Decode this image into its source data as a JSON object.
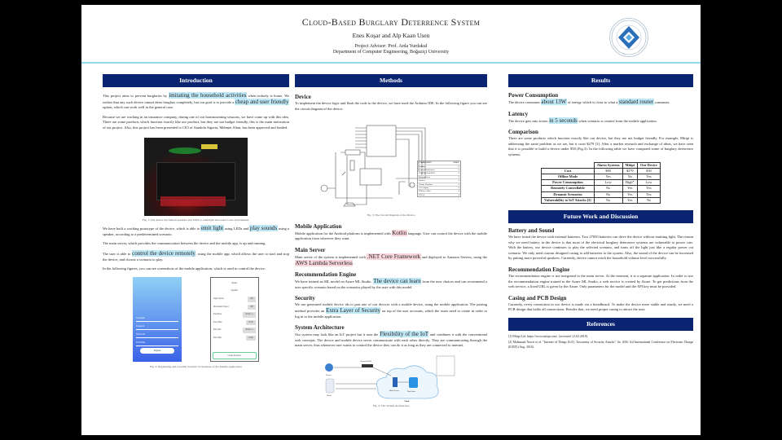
{
  "header": {
    "title": "Cloud-Based Burglary Deterrence System",
    "authors": "Enes Koşar and Alp Kaan Usen",
    "advisor": "Project Advisor: Prof. Arda Yurdakul",
    "department": "Department of Computer Engineering, Boğaziçi University",
    "logo_text": "BOĞAZİÇİ ÜNİVERSİTESİ 1863"
  },
  "colors": {
    "header_bg": "#0a2472",
    "highlight_blue": "#bfe8f7",
    "highlight_pink": "#f9d6dc",
    "rule": "#8fd8ee"
  },
  "intro": {
    "heading": "Introduction",
    "p1": [
      {
        "t": "This project aims to prevent burglaries by "
      },
      {
        "t": "imitating the household activities",
        "hl": "blue"
      },
      {
        "t": " when nobody is home. We realize that any such device cannot deter burglars completely, but our goal is to provide a "
      },
      {
        "t": "cheap and user friendly",
        "hl": "blue"
      },
      {
        "t": " option, which can work well in the general case."
      }
    ],
    "p2": [
      {
        "t": "Because we are working in an insurance company, during one of our brainstorming sessions, we have come up with this idea. There are some products which function exactly like our product, but they are not budget friendly, this is the main motivation of out project. Also, this project has been presented to CIO of Anadolu Sigorta, Mehmet Altan, has been approved and funded."
      }
    ],
    "fig1_caption": "Fig. 1: The device has built-in speakers and LEDs to emit light and sound to the environment.",
    "p3": [
      {
        "t": "We have built a working prototype of the device, which is able to "
      },
      {
        "t": "emit light",
        "hl": "blue"
      },
      {
        "t": " using LEDs and "
      },
      {
        "t": "play sounds",
        "hl": "blue"
      },
      {
        "t": " using a speaker, according to a predetermined scenario."
      }
    ],
    "p4": [
      {
        "t": "The main server, which provides the communication between the device and the mobile app, is up and running."
      }
    ],
    "p5": [
      {
        "t": "The user is able to "
      },
      {
        "t": "control the device remotely",
        "hl": "blue"
      },
      {
        "t": ", using the mobile app, which allows the user to start and stop the device, and choose a scenario to play."
      }
    ],
    "p6": [
      {
        "t": "In the following figures, you can see screenshots of the mobile application, which is used to control the device."
      }
    ],
    "app_register_fields": [
      "Username",
      "Password",
      "Device ID",
      "Full Name"
    ],
    "app_register_button": "Register",
    "app_scenario_selects": [
      "Modes",
      "Speaker"
    ],
    "app_scenario_fields": [
      {
        "label": "Light Sensor",
        "value": "Off"
      },
      {
        "label": "Movement Sensor",
        "value": "Off"
      },
      {
        "label": "Start Date",
        "value": "2019-1-1"
      },
      {
        "label": "Start Time",
        "value": "12:00"
      },
      {
        "label": "End Date",
        "value": "2019-1-1"
      },
      {
        "label": "End Time",
        "value": "13:00"
      }
    ],
    "app_scenario_button": "Create Scenario",
    "fig2_caption": "Fig. 2: Registering and Creating Scenario Screenshots of the Mobile Application"
  },
  "methods": {
    "heading": "Methods",
    "device_title": "Device",
    "device_p": [
      {
        "t": "To implement the device logic and flash the code to the device, we have used the Arduino IDE. In the following figure you can see the circuit diagram of the device."
      }
    ],
    "bom_header": [
      "COMPONENT",
      "PRICE"
    ],
    "bom_rows": [
      [
        "Arduino",
        "$"
      ],
      [
        "Current Transformer",
        "$"
      ],
      [
        "ESP8266 NodeMCU",
        "$"
      ],
      [
        "Motion Sensor",
        "$"
      ],
      [
        "Speaker",
        "$"
      ],
      [
        "Voltage Regulator",
        "$"
      ],
      [
        "12V Adapter",
        "$"
      ],
      [
        "DFPlayer Mini",
        "$"
      ],
      [
        "TOTAL",
        "$"
      ]
    ],
    "fig3_caption": "Fig. 3: The Circuit Diagram of the Device",
    "mobile_title": "Mobile Application",
    "mobile_p": [
      {
        "t": "Mobile application for the Android platform is implemented with "
      },
      {
        "t": "Kotlin",
        "hl": "pink"
      },
      {
        "t": " language. User can control the device with the mobile application from wherever they want."
      }
    ],
    "server_title": "Main Server",
    "server_p": [
      {
        "t": "Main server of the system is implemented with "
      },
      {
        "t": ".NET Core Framework",
        "hl": "pink"
      },
      {
        "t": " and deployed to Amazon Servers, using the "
      },
      {
        "t": "AWS Lambda Serverless",
        "hl": "pink"
      },
      {
        "t": "."
      }
    ],
    "rec_title": "Recommendation Engine",
    "rec_p": [
      {
        "t": "We have trained an ML model on Azure ML Studio. "
      },
      {
        "t": "The device can learn",
        "hl": "blue"
      },
      {
        "t": " from the user choices and can recommend a user specific scenario based on the scenarios played by the user with this model."
      }
    ],
    "sec_title": "Security",
    "sec_p": [
      {
        "t": "We use generated mobile device ids to pair one of our devices with a mobile device, using the mobile application. The pairing method provides an "
      },
      {
        "t": "Extra Layer of Security",
        "hl": "blue"
      },
      {
        "t": " on top of the user accounts, which the users need to create in order to log in to the mobile application."
      }
    ],
    "arch_title": "System Architecture",
    "arch_p": [
      {
        "t": "Our system may look like an IoT project but it uses the "
      },
      {
        "t": "Flexibility of the IoT",
        "hl": "blue"
      },
      {
        "t": " and combines it with the conventional web concepts. The device and mobile device never communicate with each other directly. They are communicating through the main server, thus whenever user wants to control the device they can do it as long as they are connected to internet."
      }
    ],
    "arch_labels": {
      "device": "Device",
      "phone": "Phone",
      "gateway": "Gateway/WiFi",
      "server": "Main Server",
      "db": "Data Store",
      "cloud": "Cloud"
    },
    "fig4_caption": "Fig. 4: The System Architecture"
  },
  "results": {
    "heading": "Results",
    "power_title": "Power Consumption",
    "power_p": [
      {
        "t": "The device consumes "
      },
      {
        "t": "about 13W",
        "hl": "blue"
      },
      {
        "t": " of energy which is close to what a "
      },
      {
        "t": "standard router",
        "hl": "blue"
      },
      {
        "t": " consumes."
      }
    ],
    "latency_title": "Latency",
    "latency_p": [
      {
        "t": "The device gets into action "
      },
      {
        "t": "in 5 seconds",
        "hl": "blue"
      },
      {
        "t": " when scenario is created from the mobile application."
      }
    ],
    "comparison_title": "Comparison",
    "comparison_p": [
      {
        "t": "There are some products which function exactly like our device, but they are not budget friendly. For example, Mitipi is addressing the same problem as we are, but it costs $279 [1]. After a market research and exchange of ideas, we have seen that it is possible to build a device under $50 (Fig.3). In the following table we have compared some of burglary deterrence systems."
      }
    ],
    "table": {
      "columns": [
        "",
        "Alarm Systems",
        "Mitipi",
        "Our Device"
      ],
      "rows": [
        [
          "Cost",
          "$80",
          "$279",
          "$30"
        ],
        [
          "Offline Mode",
          "Yes",
          "No",
          "Yes"
        ],
        [
          "Power Consumption",
          "Low",
          "High*",
          "Low"
        ],
        [
          "Remotely Controllable",
          "No",
          "Yes",
          "Yes"
        ],
        [
          "Dynamic Scenarios",
          "No",
          "Yes",
          "Yes"
        ],
        [
          "Vulnerability to IoT Attacks [2]",
          "No",
          "Yes",
          "No"
        ]
      ]
    }
  },
  "future": {
    "heading": "Future Work and Discussion",
    "battery_title": "Battery and Sound",
    "battery_p": [
      {
        "t": "We have tested the device with external batteries. Two 27650 batteries can drive the device without emitting light. The reason why we need battery in the device is that most of the electrical burglary deterrence systems are vulnerable to power cuts. With the battery, our device continues to play the selected scenario, and turns off the light just like a regular power cut scenario. We only need custom designed casing to add batteries to the system. Also, the sound of the device can be increased by putting more powerful speakers. Currently, device cannot reach the household volume level successfully."
      }
    ],
    "rec_title": "Recommendation Engine",
    "rec_p": [
      {
        "t": "The recommendation engine is not integrated to the main server. At the moment, it is a separate application. In order to use the recommendation engine trained in the Azure ML Studio, a web service is created by Azure. To get predictions from the web service, a fixed URL is given by the Azure. Only parameters for the model and the API key must be provided."
      }
    ],
    "casing_title": "Casing and PCB Design",
    "casing_p": [
      {
        "t": "Currently, every connection in our device is made via a breadboard. To make the device more stable and sturdy, we need a PCB design that holds all connections. Besides that, we need proper casing to attract the user."
      }
    ]
  },
  "references": {
    "heading": "References",
    "items": [
      "[1]  Mitipi Ltd. https://www.mitipi.com/. [accessed: 21.02.2019].",
      "[2]  Mahmoud Nawir et al. \"Internet of Things (IoT): Taxonomy of Security Attacks\". In: 2016 3rd International Conference on Electronic Design (ICED) (Aug. 2016)."
    ]
  }
}
